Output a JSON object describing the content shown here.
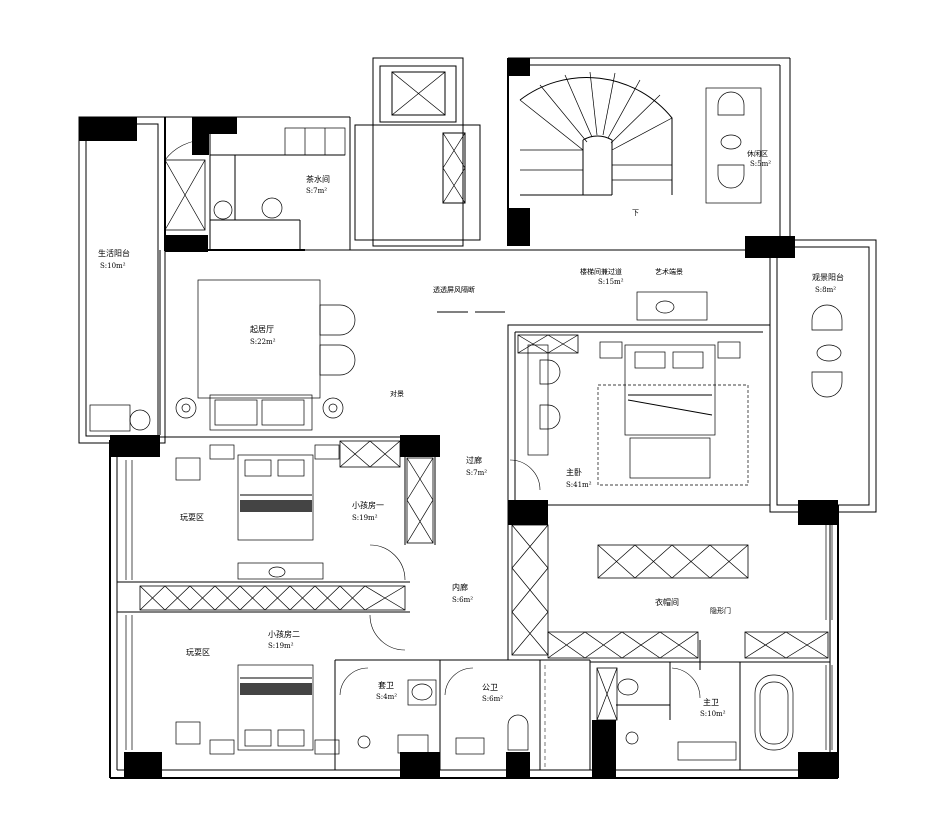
{
  "rooms": [
    {
      "id": "tea-room",
      "name": "茶水间",
      "area": "S:7m²"
    },
    {
      "id": "living-balcony",
      "name": "生活阳台",
      "area": "S:10m²"
    },
    {
      "id": "living-room",
      "name": "起居厅",
      "area": "S:22m²"
    },
    {
      "id": "rest-area",
      "name": "休闲区",
      "area": "S:5m²"
    },
    {
      "id": "stair-passage",
      "name": "楼梯间兼过道",
      "area": "S:15m²"
    },
    {
      "id": "view-balcony",
      "name": "观景阳台",
      "area": "S:8m²"
    },
    {
      "id": "master-bedroom",
      "name": "主卧",
      "area": "S:41m²"
    },
    {
      "id": "corridor",
      "name": "过廊",
      "area": "S:7m²"
    },
    {
      "id": "kids-room-1",
      "name": "小孩房一",
      "area": "S:19m²"
    },
    {
      "id": "inner-corridor",
      "name": "内廊",
      "area": "S:6m²"
    },
    {
      "id": "kids-room-2",
      "name": "小孩房二",
      "area": "S:19m²"
    },
    {
      "id": "suite-bath",
      "name": "套卫",
      "area": "S:4m²"
    },
    {
      "id": "public-bath",
      "name": "公卫",
      "area": "S:6m²"
    },
    {
      "id": "master-bath",
      "name": "主卫",
      "area": "S:10m²"
    },
    {
      "id": "cloakroom",
      "name": "衣帽间"
    }
  ],
  "labels": {
    "play_area_1": "玩耍区",
    "play_area_2": "玩耍区",
    "screen_partition": "透透屏风隔断",
    "art_display": "艺术端景",
    "hidden_door": "隐形门",
    "down": "下",
    "feature": "对景"
  }
}
